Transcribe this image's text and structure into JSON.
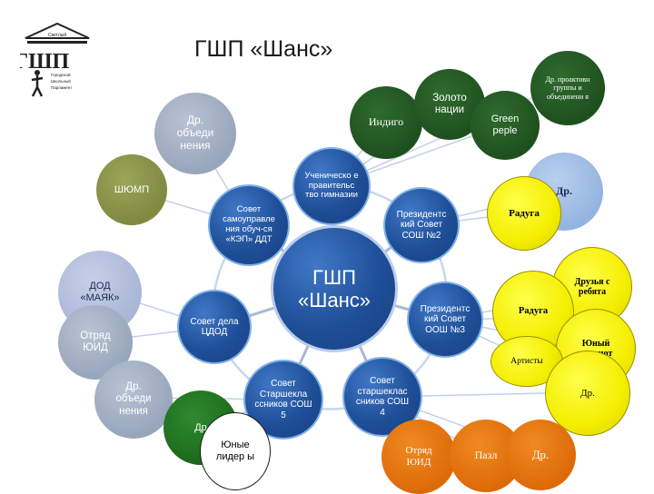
{
  "title": "ГШП «Шанс»",
  "logo": {
    "top_text": "Светлый",
    "letters": "ГШП",
    "caption_lines": [
      "Городской",
      "Школьный",
      "Парламент"
    ]
  },
  "center": {
    "line1": "ГШП",
    "line2": "«Шанс»"
  },
  "nodes": {
    "student_gov": "Ученическо е правительс тво гимназии",
    "council_kei": "Совет самоуправле ния обуч-ся «КЭП» ДДТ",
    "council_cdod": "Совет дела ЦДОД",
    "pres_sosh2": "Президентс кий Совет СОШ №2",
    "pres_oosh3": "Президентс кий Совет ООШ №3",
    "council_sosh5": "Совет Старшекла ссников СОШ 5",
    "council_sosh4": "Совет старшеклас сников СОШ 4",
    "other_assoc_top": "Др. объеди нения",
    "shyump": "ШЮМП",
    "dod_mayak": "ДОД «МАЯК»",
    "otryad_yuid": "Отряд ЮИД",
    "other_assoc_bottom": "Др. объеди нения",
    "indigo": "Индиго",
    "zoloto": "Золото нации",
    "green_people": "Green peple",
    "other_activity_groups": "Др. проактивн группы и объединени я",
    "other_top_right": "Др.",
    "raduga_top": "Радуга",
    "druzya": "Друзья с ребята",
    "raduga_mid": "Радуга",
    "yuny_patriot": "Юный патриот",
    "artisty": "Артисты",
    "other_right": "Др.",
    "other_green_bottom": "Др",
    "yunye_lidery": "Юные лидер ы",
    "otryad_yuid_orange": "Отряд ЮИД",
    "pazl": "Пазл",
    "other_orange": "Др."
  }
}
